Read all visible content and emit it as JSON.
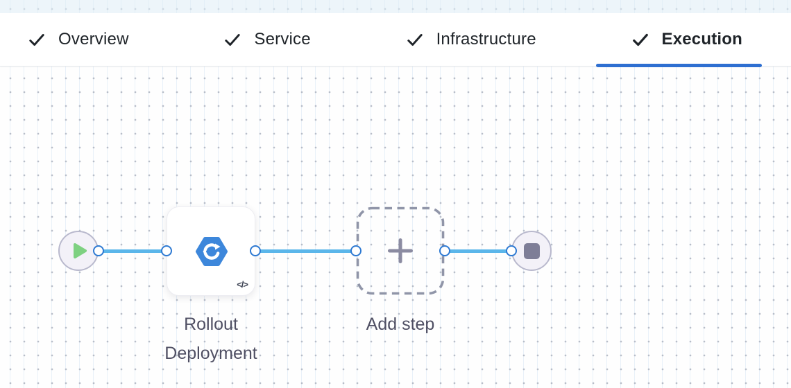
{
  "header": {
    "tabs": [
      {
        "label": "Overview",
        "completed": true,
        "active": false
      },
      {
        "label": "Service",
        "completed": true,
        "active": false
      },
      {
        "label": "Infrastructure",
        "completed": true,
        "active": false
      },
      {
        "label": "Execution",
        "completed": true,
        "active": true
      }
    ]
  },
  "pipeline": {
    "step": {
      "name": "Rollout Deployment",
      "badge": "</>",
      "icon": "rollout-deployment-icon"
    },
    "add_step": {
      "label": "Add step",
      "icon": "plus-icon"
    },
    "start_node": {
      "icon": "play-icon"
    },
    "end_node": {
      "icon": "stop-icon"
    }
  },
  "colors": {
    "active_tab_underline": "#2e6fd1",
    "edge_blue": "#5bb6ea",
    "port_blue": "#2d79d2",
    "step_icon_blue": "#3d87db",
    "play_green": "#7ed181",
    "stop_gray": "#7e7e97",
    "label_text": "#4f4f63",
    "tab_text": "#1e2328"
  }
}
